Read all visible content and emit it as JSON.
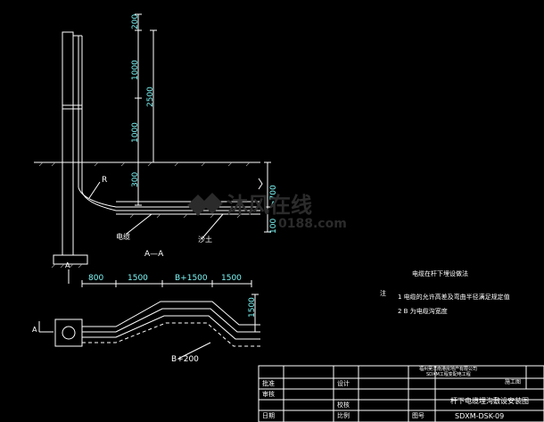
{
  "section": {
    "dims_vertical": [
      "200",
      "1000",
      "2500",
      "1000",
      "300"
    ],
    "dim_right_top": ">700",
    "dim_right_bottom": "100",
    "label_r": "R",
    "label_cable": "电缆",
    "label_sand": "沙土",
    "section_label": "A—A"
  },
  "plan": {
    "dims_horizontal": [
      "800",
      "1500",
      "B+1500",
      "1500"
    ],
    "dim_right": "1500",
    "dim_bottom": "B+200",
    "marker_a_left": "A",
    "marker_a_bottom": "A"
  },
  "notes": {
    "title": "电缆在杆下埋设做法",
    "prefix": "注",
    "items": [
      "1 电缆的允许高差及弯曲半径满足规定值",
      "2 B 为电缆沟宽度"
    ]
  },
  "title_block": {
    "company_line1": "福州吴洋南港房地产有限公司",
    "company_line2": "SDXM工程变配电工程",
    "stage_label": "施工图",
    "drawing_title": "杆下电缆埋沟敷设安装图",
    "rows": [
      "批准",
      "审核",
      "日期"
    ],
    "mid_labels": [
      "设计",
      "校核",
      "比例"
    ],
    "drawing_no_label": "图号",
    "drawing_no": "SDXM-DSK-09"
  },
  "watermark": {
    "brand": "沐风在线",
    "site": "0188.com"
  },
  "colors": {
    "background": "#000000",
    "line": "#ffffff",
    "text_cyan": "#7cf6f6"
  }
}
